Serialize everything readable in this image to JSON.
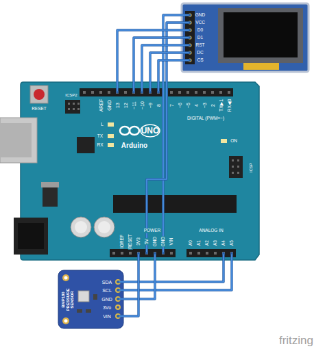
{
  "diagram": {
    "nodes": [
      {
        "text": [
          "GND",
          "VCC",
          "D0",
          "D1",
          "RST",
          "DC",
          "CS"
        ]
      },
      {
        "text": [
          "RESET",
          "ICSP2",
          "AREF",
          "GND",
          "13",
          "12",
          "~11",
          "~10",
          "~9",
          "8",
          "7",
          "~6",
          "~5",
          "4",
          "~3",
          "2",
          "TX▶1",
          "RX◀0",
          "DIGITAL (PWM=~)",
          "L",
          "TX",
          "RX",
          "UNO",
          "Arduino",
          "ON",
          "ICSP",
          "IOREF",
          "RESET",
          "3V3",
          "5V",
          "GND",
          "GND",
          "VIN",
          "POWER",
          "ANALOG IN",
          "A0",
          "A1",
          "A2",
          "A3",
          "A4",
          "A5"
        ]
      },
      {
        "text": [
          "SDA",
          "SCL",
          "GND",
          "3Vo",
          "VIN",
          "BMP180 PRESSURE SENSOR"
        ]
      }
    ],
    "edges": [
      {
        "from": 0,
        "to": 1,
        "arrow": "none"
      },
      {
        "from": 0,
        "to": 1,
        "arrow": "none"
      },
      {
        "from": 0,
        "to": 1,
        "arrow": "none"
      },
      {
        "from": 0,
        "to": 1,
        "arrow": "none"
      },
      {
        "from": 0,
        "to": 1,
        "arrow": "none"
      },
      {
        "from": 0,
        "to": 1,
        "arrow": "none"
      },
      {
        "from": 0,
        "to": 1,
        "arrow": "none"
      },
      {
        "from": 2,
        "to": 1,
        "arrow": "none"
      },
      {
        "from": 2,
        "to": 1,
        "arrow": "none"
      },
      {
        "from": 2,
        "to": 1,
        "arrow": "none"
      },
      {
        "from": 2,
        "to": 1,
        "arrow": "none"
      }
    ],
    "labels": [
      "fritzing"
    ]
  }
}
